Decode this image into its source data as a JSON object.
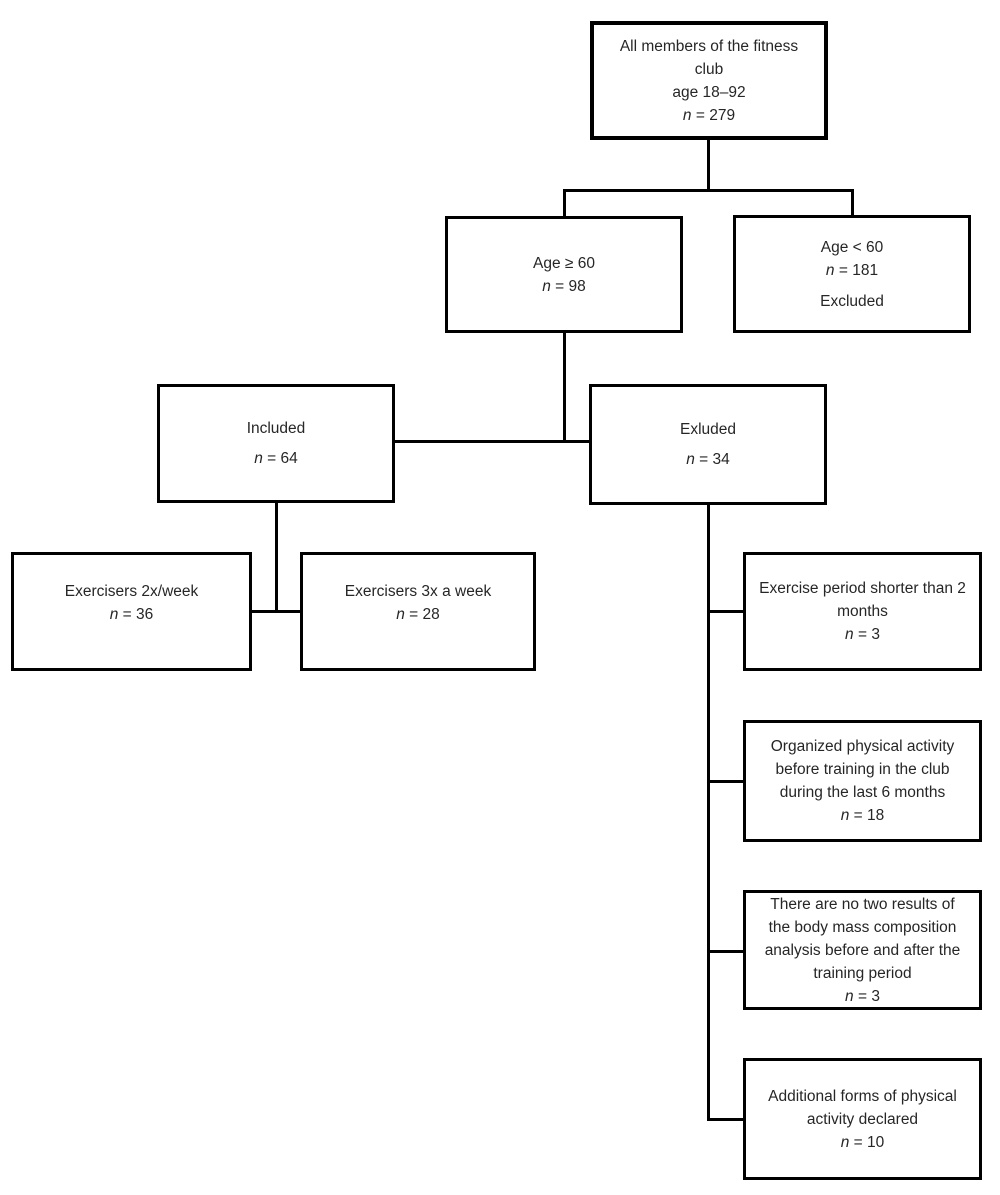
{
  "colors": {
    "border": "#000000",
    "text": "#262626",
    "background": "#ffffff"
  },
  "boxes": {
    "all_members": {
      "text": "All members of the fitness\nclub\nage 18–92",
      "n_symbol": "n",
      "n_value": " = 279"
    },
    "age_ge_60": {
      "text": "Age ≥ 60",
      "n_symbol": "n",
      "n_value": " = 98"
    },
    "age_lt_60": {
      "text": "Age < 60",
      "n_symbol": "n",
      "n_value": " = 181",
      "status": "Excluded"
    },
    "included": {
      "text": "Included",
      "n_symbol": "n",
      "n_value": " = 64"
    },
    "exluded": {
      "text": "Exluded",
      "n_symbol": "n",
      "n_value": " = 34"
    },
    "exercisers_2x": {
      "text": "Exercisers 2x/week",
      "n_symbol": "n",
      "n_value": " = 36"
    },
    "exercisers_3x": {
      "text": "Exercisers 3x a week",
      "n_symbol": "n",
      "n_value": " = 28"
    },
    "excl_short_period": {
      "text": "Exercise period shorter than 2\nmonths",
      "n_symbol": "n",
      "n_value": " = 3"
    },
    "excl_organized": {
      "text": "Organized physical activity\nbefore training in the club\nduring the last 6 months",
      "n_symbol": "n",
      "n_value": " = 18"
    },
    "excl_no_results": {
      "text": "There are no two results of\nthe body mass composition\nanalysis before and after the\ntraining period",
      "n_symbol": "n",
      "n_value": " = 3"
    },
    "excl_additional": {
      "text": "Additional forms of physical\nactivity declared",
      "n_symbol": "n",
      "n_value": " = 10"
    }
  }
}
